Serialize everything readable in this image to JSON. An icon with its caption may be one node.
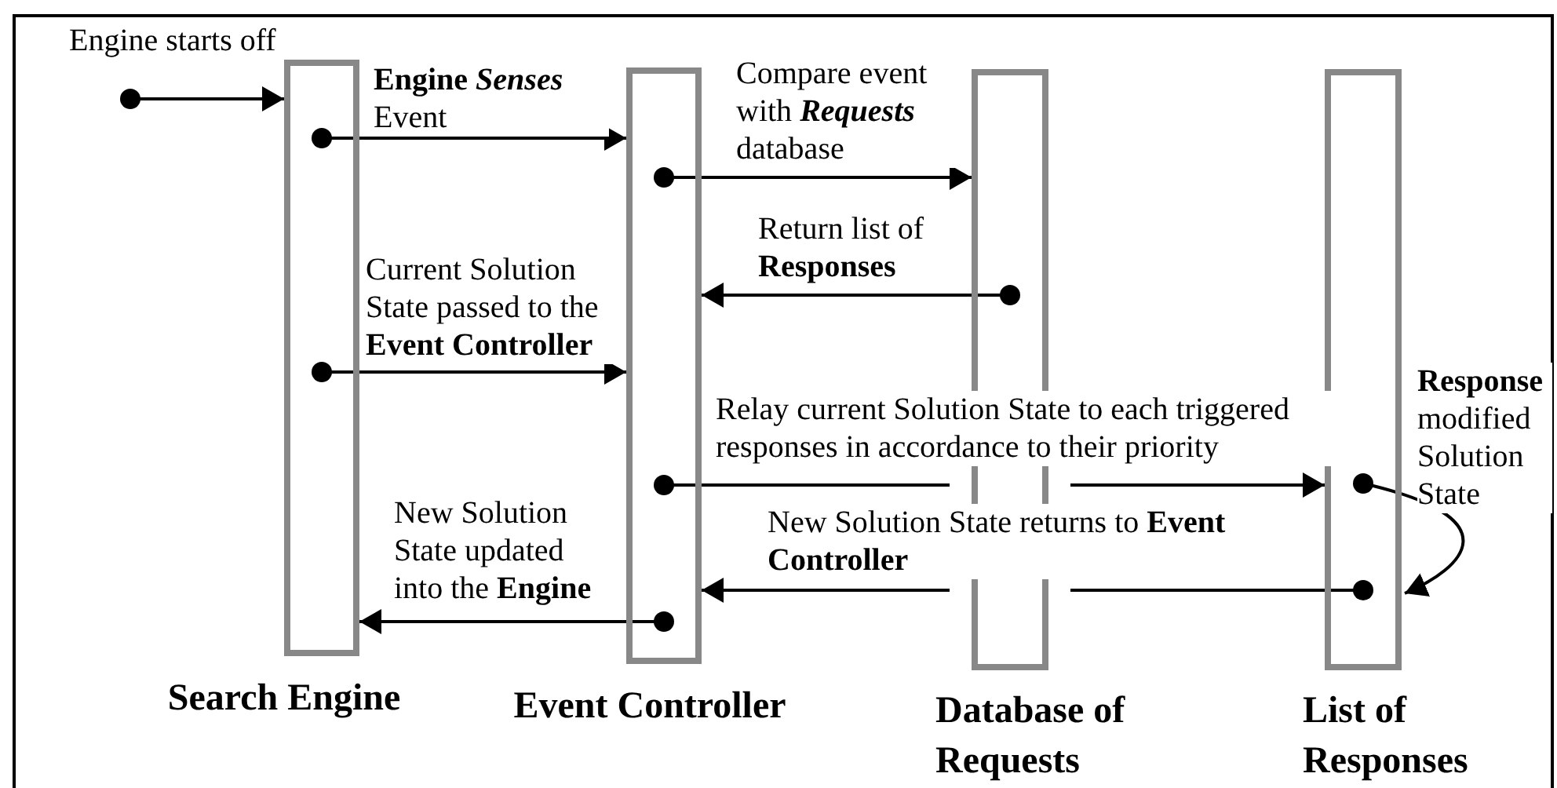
{
  "diagram": {
    "nodes": [
      {
        "text": [
          "Search Engine"
        ]
      },
      {
        "text": [
          "Event Controller"
        ]
      },
      {
        "text": [
          "Database of Requests"
        ]
      },
      {
        "text": [
          "List of Responses"
        ]
      }
    ],
    "edges": [
      {
        "from": null,
        "to": 0,
        "arrow": "to",
        "label": "Engine starts off"
      },
      {
        "from": 0,
        "to": 1,
        "arrow": "to",
        "label": "**Engine** *Senses* Event"
      },
      {
        "from": 1,
        "to": 2,
        "arrow": "to",
        "label": "Compare event with *Requests* database"
      },
      {
        "from": 2,
        "to": 1,
        "arrow": "to",
        "label": "Return list of **Responses**"
      },
      {
        "from": 0,
        "to": 1,
        "arrow": "to",
        "label": "Current Solution State passed to the **Event Controller**"
      },
      {
        "from": 1,
        "to": 3,
        "arrow": "to",
        "label": "Relay current Solution State to each triggered responses in accordance to their priority"
      },
      {
        "from": 3,
        "to": 3,
        "arrow": "to",
        "label": "**Response** modified Solution State"
      },
      {
        "from": 3,
        "to": 1,
        "arrow": "to",
        "label": "New Solution State returns to **Event Controller**"
      },
      {
        "from": 1,
        "to": 0,
        "arrow": "to",
        "label": "New Solution State updated into the **Engine**"
      }
    ]
  }
}
